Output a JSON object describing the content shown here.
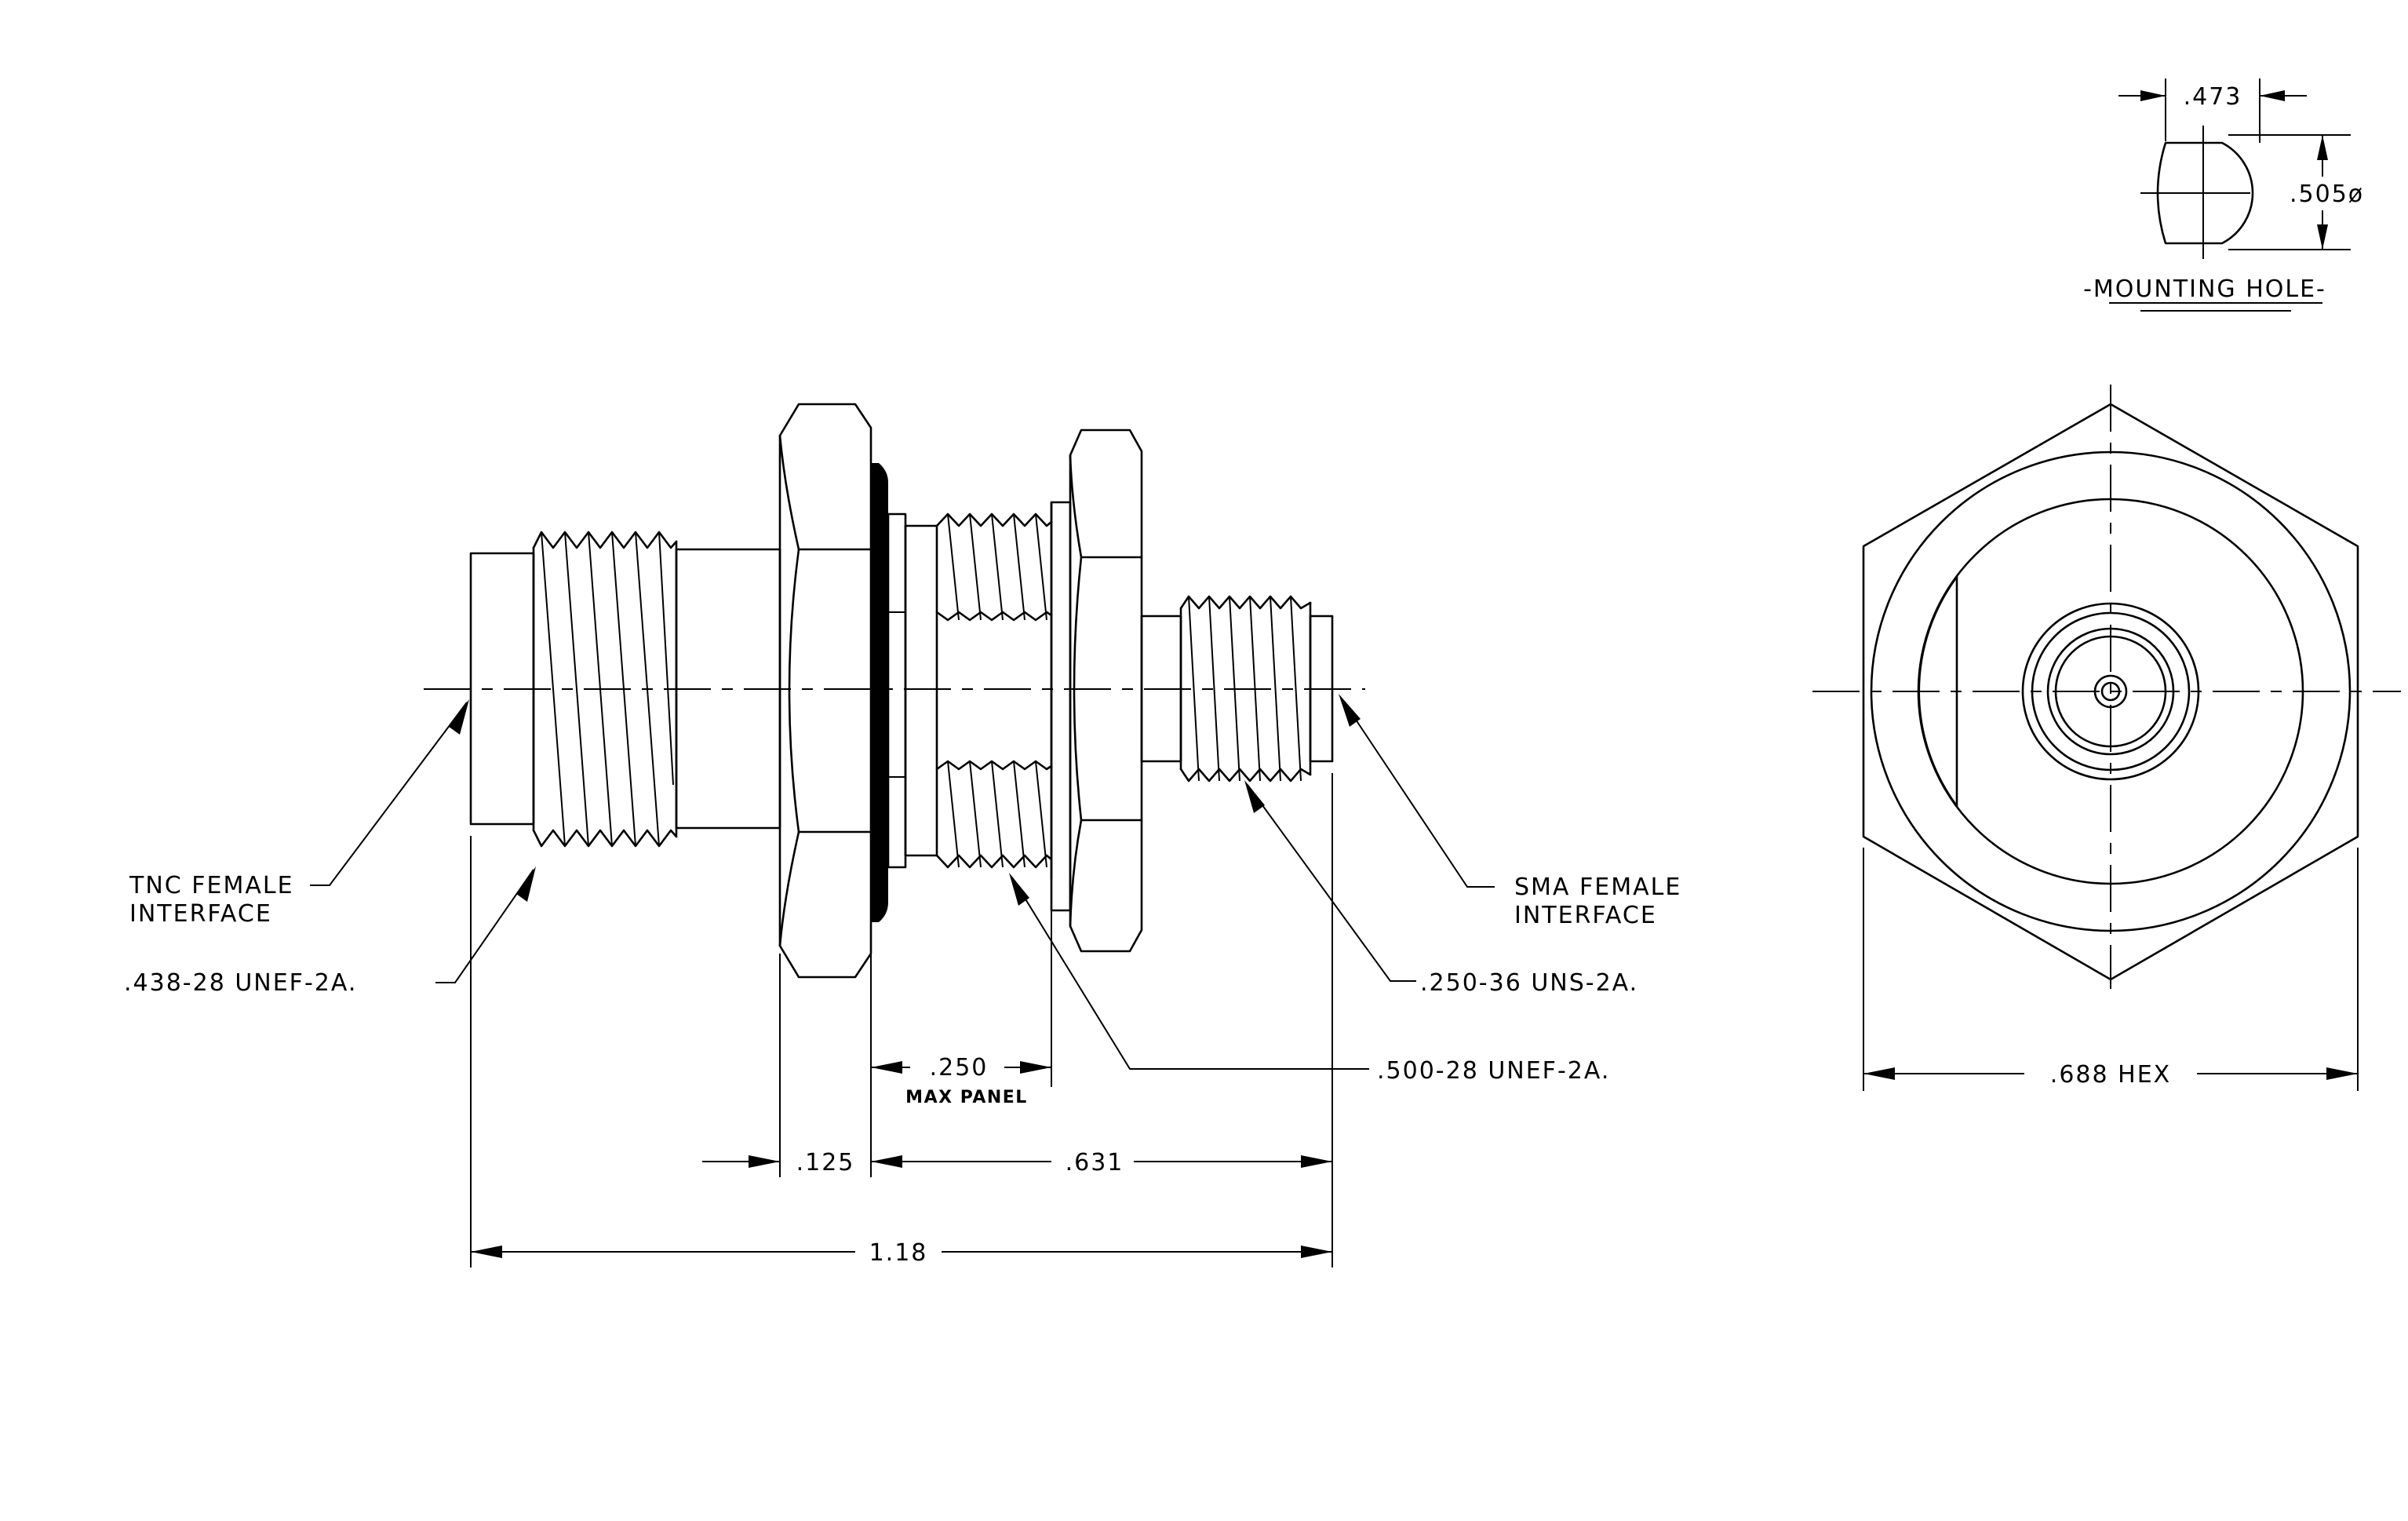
{
  "labels": {
    "tnc_interface_line1": "TNC FEMALE",
    "tnc_interface_line2": "INTERFACE",
    "tnc_thread": ".438-28 UNEF-2A.",
    "sma_interface_line1": "SMA FEMALE",
    "sma_interface_line2": "INTERFACE",
    "sma_thread": ".250-36 UNS-2A.",
    "bulkhead_thread": ".500-28 UNEF-2A.",
    "mounting_hole_title": "-MOUNTING HOLE-"
  },
  "dimensions": {
    "max_panel_value": ".250",
    "max_panel_note": "MAX PANEL",
    "flange_thickness": ".125",
    "rear_length": ".631",
    "overall_length": "1.18",
    "hex_size": ".688 HEX",
    "hole_flat": ".473",
    "hole_diameter": ".505ø"
  }
}
